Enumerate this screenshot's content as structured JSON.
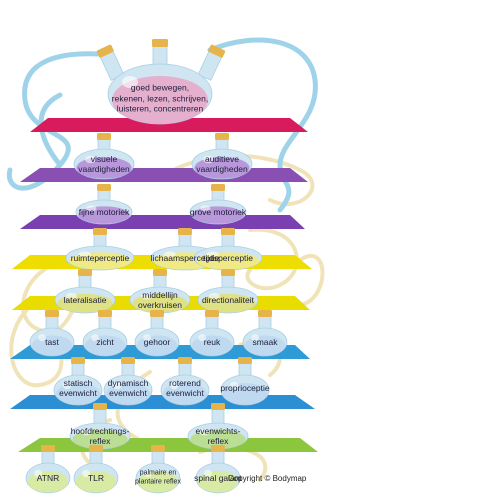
{
  "top": {
    "lines": [
      "goed bewegen,",
      "rekenen, lezen, schrijven,",
      "luisteren, concentreren"
    ]
  },
  "levels": [
    {
      "items": [
        {
          "lines": [
            "visuele",
            "vaardigheden"
          ]
        },
        {
          "lines": [
            "auditieve",
            "vaardigheden"
          ]
        }
      ]
    },
    {
      "items": [
        {
          "lines": [
            "fijne motoriek"
          ]
        },
        {
          "lines": [
            "grove motoriek"
          ]
        }
      ]
    },
    {
      "items": [
        {
          "lines": [
            "ruimteperceptie"
          ]
        },
        {
          "lines": [
            "lichaamsperceptie"
          ]
        },
        {
          "lines": [
            "tijdsperceptie"
          ]
        }
      ]
    },
    {
      "items": [
        {
          "lines": [
            "lateralisatie"
          ]
        },
        {
          "lines": [
            "middellijn",
            "overkruisen"
          ]
        },
        {
          "lines": [
            "directionaliteit"
          ]
        }
      ]
    },
    {
      "items": [
        {
          "lines": [
            "tast"
          ]
        },
        {
          "lines": [
            "zicht"
          ]
        },
        {
          "lines": [
            "gehoor"
          ]
        },
        {
          "lines": [
            "reuk"
          ]
        },
        {
          "lines": [
            "smaak"
          ]
        }
      ]
    },
    {
      "items": [
        {
          "lines": [
            "statisch",
            "evenwicht"
          ]
        },
        {
          "lines": [
            "dynamisch",
            "evenwicht"
          ]
        },
        {
          "lines": [
            "roterend",
            "evenwicht"
          ]
        },
        {
          "lines": [
            "proprioceptie"
          ]
        }
      ]
    },
    {
      "items": [
        {
          "lines": [
            "hoofdrechtings-",
            "reflex"
          ]
        },
        {
          "lines": [
            "evenwichts-",
            "reflex"
          ]
        }
      ]
    },
    {
      "items": [
        {
          "lines": [
            "ATNR"
          ]
        },
        {
          "lines": [
            "TLR"
          ]
        },
        {
          "lines": [
            "palmaire en",
            "plantaire reflex"
          ],
          "small": true
        },
        {
          "lines": [
            "spinal galant"
          ]
        }
      ]
    }
  ],
  "copyright": "Copyright © Bodymap",
  "colors": {
    "shelves": [
      "#d81b5c",
      "#8a4fb3",
      "#7a3fb0",
      "#eedd00",
      "#e8dc00",
      "#2e9ad6",
      "#2c8fd3",
      "#8cc63f"
    ],
    "flask_fill": "#cfe6f2",
    "flask_content": [
      "#b58fd8",
      "#b58fd8",
      "#f2ea7a",
      "#dfe07a",
      "#bcd8ef",
      "#bcd8ef",
      "#b9dc8a",
      "#d8ea9a"
    ],
    "cork": "#e7b44c",
    "tube_blue": "#9fd3ea",
    "tube_beige": "#f1e3b8",
    "top_liquid": "#e7a6c8"
  }
}
